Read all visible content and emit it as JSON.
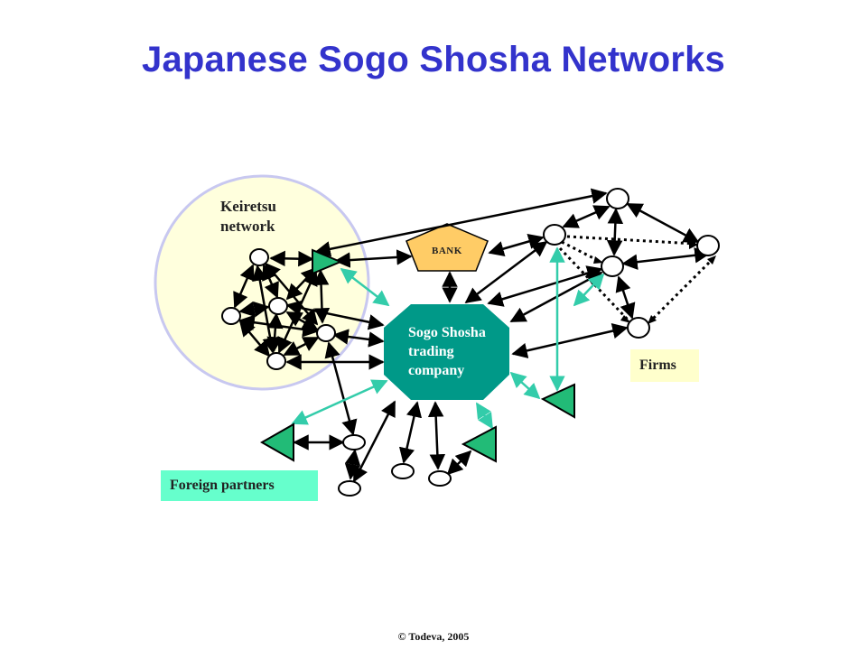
{
  "title": "Japanese Sogo Shosha Networks",
  "keiretsu_label_line1": "Keiretsu",
  "keiretsu_label_line2": "network",
  "bank_label": "BANK",
  "sogo_label_line1": "Sogo Shosha",
  "sogo_label_line2": "trading",
  "sogo_label_line3": "company",
  "firms_label": "Firms",
  "foreign_label": "Foreign partners",
  "copyright": "© Todeva, 2005",
  "colors": {
    "title": "#3333cc",
    "keiretsu_fill": "#ffffdd",
    "keiretsu_stroke": "#c8c8f0",
    "sogo_fill": "#009988",
    "triangle_fill": "#22bb77",
    "bank_fill": "#ffcc66",
    "link_black": "#000000",
    "link_teal": "#33ccaa",
    "firms_box": "#ffffcc",
    "foreign_box": "#66ffcc"
  }
}
